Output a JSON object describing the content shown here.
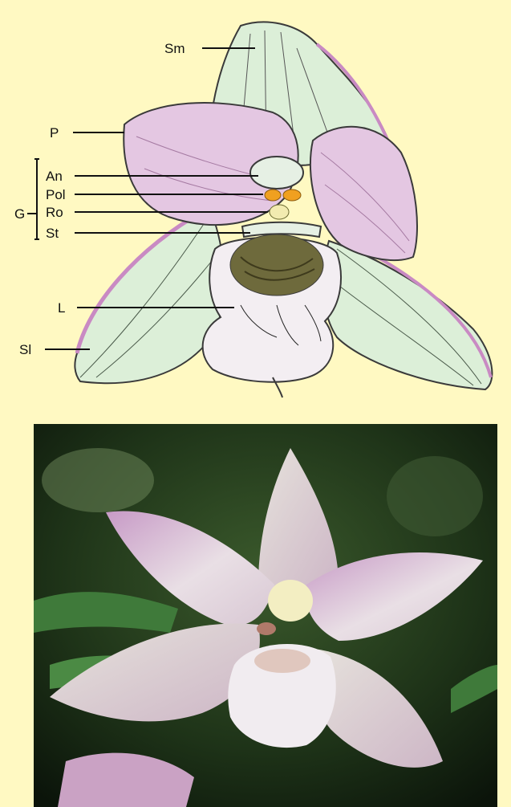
{
  "diagram": {
    "labels": {
      "sm": "Sm",
      "p": "P",
      "an": "An",
      "pol": "Pol",
      "ro": "Ro",
      "st": "St",
      "g": "G",
      "l": "L",
      "sl": "Sl"
    }
  },
  "colors": {
    "background": "#fff9c2",
    "sepal": "#dcefd8",
    "petal": "#d9b3d6",
    "pollinia": "#f0a020",
    "labellum_center": "#6e6a3c"
  }
}
